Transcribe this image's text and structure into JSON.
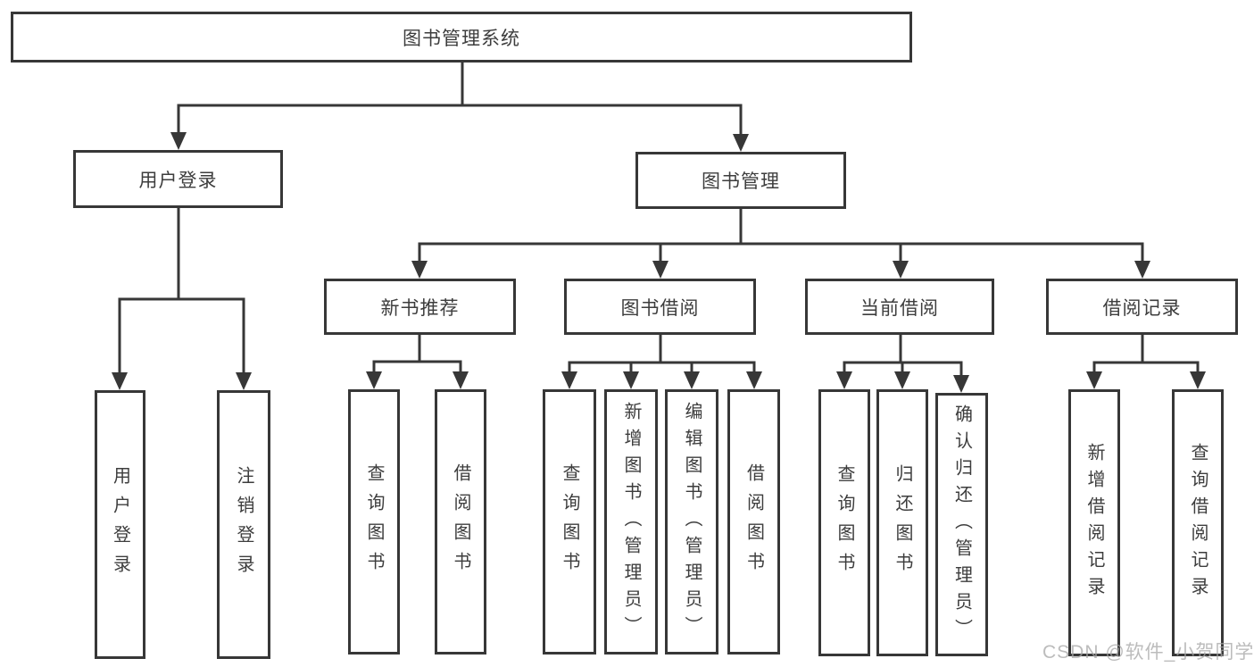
{
  "diagram_type": "hierarchy",
  "tree": {
    "root": {
      "label": "图书管理系统",
      "children": [
        {
          "label": "用户登录",
          "children": [
            {
              "label": "用户登录"
            },
            {
              "label": "注销登录"
            }
          ]
        },
        {
          "label": "图书管理",
          "children": [
            {
              "label": "新书推荐",
              "children": [
                {
                  "label": "查询图书"
                },
                {
                  "label": "借阅图书"
                }
              ]
            },
            {
              "label": "图书借阅",
              "children": [
                {
                  "label": "查询图书"
                },
                {
                  "label": "新增图书（管理员）"
                },
                {
                  "label": "编辑图书（管理员）"
                },
                {
                  "label": "借阅图书"
                }
              ]
            },
            {
              "label": "当前借阅",
              "children": [
                {
                  "label": "查询图书"
                },
                {
                  "label": "归还图书"
                },
                {
                  "label": "确认归还（管理员）"
                }
              ]
            },
            {
              "label": "借阅记录",
              "children": [
                {
                  "label": "新增借阅记录"
                },
                {
                  "label": "查询借阅记录"
                }
              ]
            }
          ]
        }
      ]
    }
  },
  "watermark": {
    "text": "CSDN @软件_小贺同学"
  },
  "colors": {
    "line": "#373737",
    "box_border": "#373737",
    "text": "#3d3d3d",
    "watermark": "#a5a5a5",
    "background": "#ffffff"
  }
}
